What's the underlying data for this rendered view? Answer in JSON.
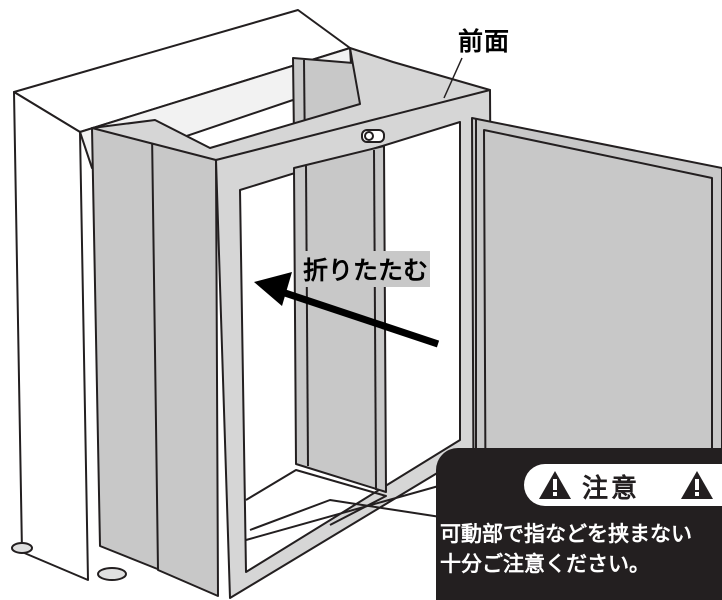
{
  "labels": {
    "front": "前面",
    "fold": "折りたたむ"
  },
  "caution": {
    "title": "注意",
    "line1": "可動部で指などを挟まない",
    "line2": "十分ご注意ください。"
  },
  "colors": {
    "panel_gray": "#c8c8c8",
    "frame_gray": "#d6d6d6",
    "caution_bg": "#231f20",
    "outline": "#231f20"
  }
}
